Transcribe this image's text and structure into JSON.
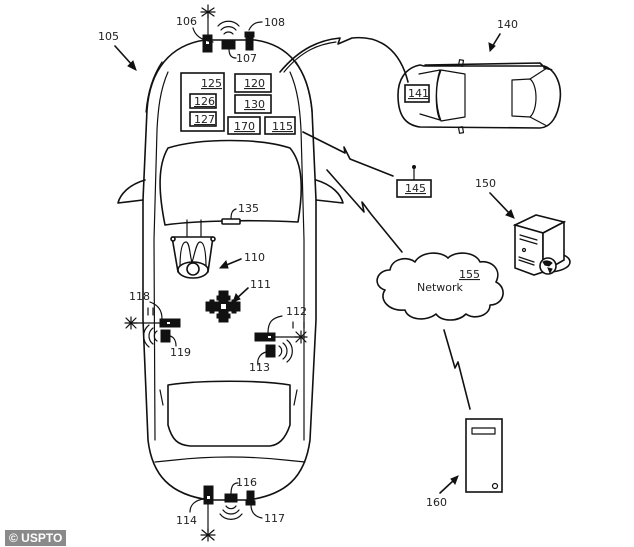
{
  "figure": {
    "type": "patent drawing",
    "vehicle_label": "105",
    "components": {
      "sensor_front_left": "106",
      "sensor_front_wireless": "107",
      "sensor_front_right": "108",
      "driver": "110",
      "center_unit": "111",
      "sensor_right_side": "112",
      "sensor_right_wireless": "113",
      "sensor_rear_left": "114",
      "box_115": "115",
      "sensor_rear_wireless": "116",
      "sensor_rear_right": "117",
      "sensor_left_side": "118",
      "sensor_left_wireless": "119",
      "box_120": "120",
      "box_125": "125",
      "box_126": "126",
      "box_127": "127",
      "box_130": "130",
      "mirror_135": "135",
      "box_170": "170"
    },
    "other_vehicle": {
      "label": "140",
      "device_label": "141"
    },
    "roadside_unit": "145",
    "server": "150",
    "network": {
      "label": "155",
      "text": "Network"
    },
    "computer": "160"
  },
  "credit": "© USPTO"
}
